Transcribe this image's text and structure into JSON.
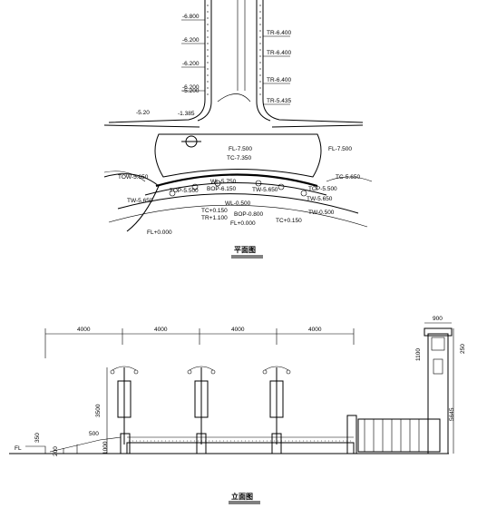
{
  "plan": {
    "title": "平面图",
    "left_levels": [
      "-6.800",
      "-6.200",
      "-6.200",
      "-6.200",
      "-5.200"
    ],
    "right_levels": [
      "TR-6.400",
      "TR-6.400",
      "TR-6.400",
      "TR-5.435"
    ],
    "left_low": [
      "-5.20",
      "-1.385"
    ],
    "fl_right": "FL-7.500",
    "center_top": [
      "FL-7.500",
      "TC-7.350"
    ],
    "center_labels": [
      "WL-5.750",
      "BOP-6.150",
      "TW-5.650",
      "TOP-5.500",
      "WL-0.500"
    ],
    "left_labels": [
      "TOW-5.650",
      "TW-5.650",
      "FL+0.000"
    ],
    "right_labels": [
      "TC-5.650",
      "TOP-5.500",
      "TW-5.650",
      "TW-0.500",
      "TC+0.150"
    ],
    "bottom_labels": [
      "TC+0.150",
      "TR+1.100",
      "BOP-0.800",
      "FL+0.000"
    ]
  },
  "elevation": {
    "title": "立面图",
    "spans": [
      "4000",
      "4000",
      "4000",
      "4000"
    ],
    "pillar_dims": [
      "900",
      "1100",
      "250"
    ],
    "right_dim": "5645",
    "left_dims": [
      "3500",
      "350",
      "500",
      "1000",
      "200"
    ],
    "fl_label": "FL"
  }
}
